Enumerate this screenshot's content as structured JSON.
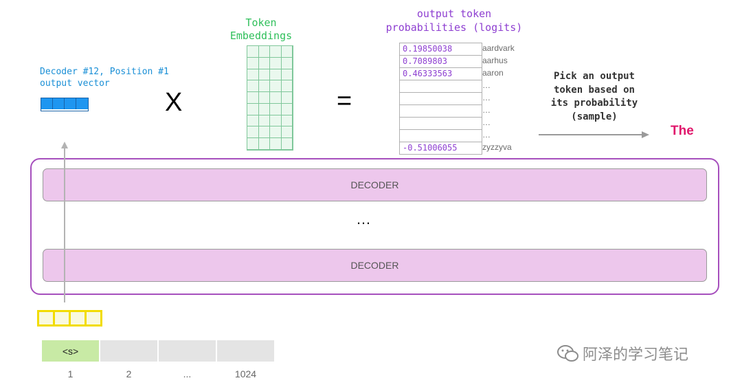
{
  "decoder_output": {
    "label": "Decoder #12, Position #1\noutput vector"
  },
  "operators": {
    "multiply": "X",
    "equals": "="
  },
  "embeddings": {
    "title": "Token\nEmbeddings"
  },
  "probabilities": {
    "title": "output token\nprobabilities (logits)",
    "rows": [
      {
        "value": "0.19850038",
        "token": "aardvark"
      },
      {
        "value": "0.7089803",
        "token": "aarhus"
      },
      {
        "value": "0.46333563",
        "token": "aaron"
      },
      {
        "value": "",
        "token": "…"
      },
      {
        "value": "",
        "token": "…"
      },
      {
        "value": "",
        "token": "…"
      },
      {
        "value": "",
        "token": "…"
      },
      {
        "value": "",
        "token": "…"
      },
      {
        "value": "-0.51006055",
        "token": "zyzzyva"
      }
    ]
  },
  "pick_text": "Pick an output\ntoken based on\nits probability\n(sample)",
  "selected_token": "The",
  "decoders": {
    "top": "DECODER",
    "ellipsis": "…",
    "bottom": "DECODER"
  },
  "positions": [
    {
      "token": "<s>",
      "index": "1"
    },
    {
      "token": "",
      "index": "2"
    },
    {
      "token": "",
      "index": "..."
    },
    {
      "token": "",
      "index": "1024"
    }
  ],
  "watermark": "阿泽的学习笔记",
  "colors": {
    "output_vector": "#1e96f0",
    "input_vector": "#f2dc00",
    "embeddings": "#2fbf5a",
    "logits": "#8e3fd1",
    "selected_token": "#e0166b",
    "decoder_fill": "#edc7ec",
    "stack_border": "#a64fbd"
  }
}
